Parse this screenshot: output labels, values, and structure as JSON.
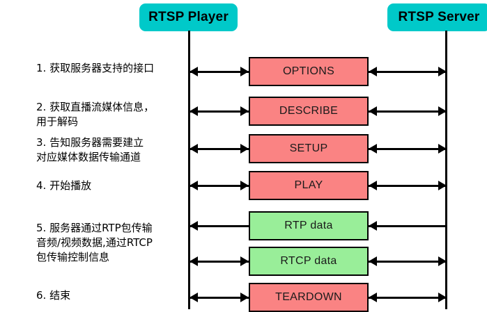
{
  "diagram": {
    "title": "RTSP Player / RTSP Server interaction sequence",
    "colors": {
      "actor_fill": "#00c9c9",
      "request_fill": "#fa8383",
      "data_fill": "#99ee99",
      "line": "#000000",
      "background": "#ffffff"
    }
  },
  "actors": {
    "left": {
      "label": "RTSP Player"
    },
    "right": {
      "label": "RTSP Server"
    }
  },
  "messages": [
    {
      "label": "OPTIONS",
      "kind": "request",
      "left_arrow": "both",
      "right_arrow": "both"
    },
    {
      "label": "DESCRIBE",
      "kind": "request",
      "left_arrow": "both",
      "right_arrow": "both"
    },
    {
      "label": "SETUP",
      "kind": "request",
      "left_arrow": "both",
      "right_arrow": "both"
    },
    {
      "label": "PLAY",
      "kind": "request",
      "left_arrow": "both",
      "right_arrow": "both"
    },
    {
      "label": "RTP data",
      "kind": "data",
      "left_arrow": "left",
      "right_arrow": "left"
    },
    {
      "label": "RTCP data",
      "kind": "data",
      "left_arrow": "both",
      "right_arrow": "both"
    },
    {
      "label": "TEARDOWN",
      "kind": "request",
      "left_arrow": "both",
      "right_arrow": "both"
    }
  ],
  "notes": [
    {
      "index": "1",
      "text": "1. 获取服务器支持的接口"
    },
    {
      "index": "2",
      "text": "2. 获取直播流媒体信息，\n用于解码"
    },
    {
      "index": "3",
      "text": "3. 告知服务器需要建立\n对应媒体数据传输通道"
    },
    {
      "index": "4",
      "text": "4. 开始播放"
    },
    {
      "index": "5",
      "text": "5. 服务器通过RTP包传输\n音频/视频数据,通过RTCP\n包传输控制信息"
    },
    {
      "index": "6",
      "text": "6. 结束"
    }
  ],
  "watermark": {
    "text": ""
  }
}
